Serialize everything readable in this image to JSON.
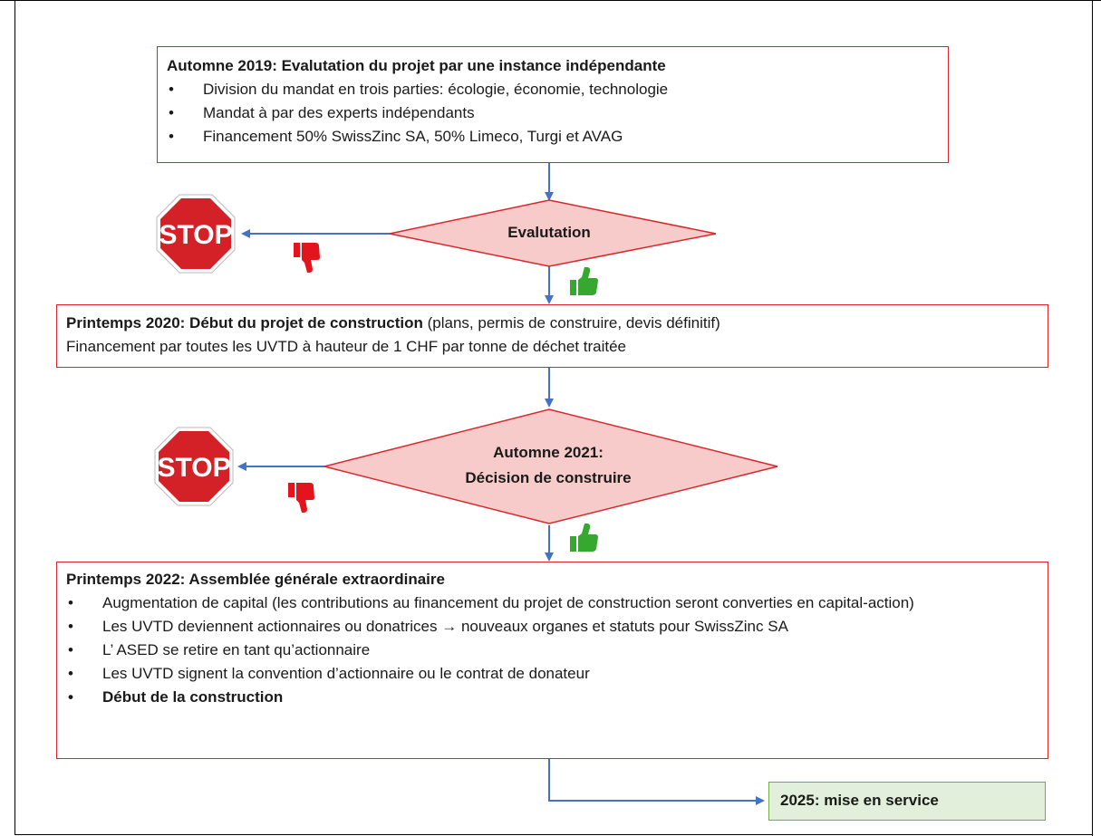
{
  "box1": {
    "title": "Automne 2019: Evalutation du projet par une instance indépendante",
    "bullets": [
      "Division du mandat en trois parties: écologie, économie, technologie",
      "Mandat à par des experts indépendants",
      "Financement 50% SwissZinc SA, 50%  Limeco, Turgi et AVAG"
    ]
  },
  "decision1": {
    "label": "Evalutation"
  },
  "stop_sign": {
    "text": "STOP"
  },
  "box2": {
    "title_bold": "Printemps 2020: Début du projet de construction",
    "title_plain": " (plans, permis de construire, devis définitif)",
    "line2": "Financement par toutes les UVTD à hauteur de 1 CHF par tonne de déchet traitée"
  },
  "decision2": {
    "line1": "Automne 2021:",
    "line2": "Décision de construire"
  },
  "box3": {
    "title": "Printemps 2022: Assemblée générale extraordinaire",
    "bullets": [
      "Augmentation de capital (les contributions au financement du projet de construction seront converties en capital-action)",
      "Les UVTD deviennent actionnaires ou donatrices → nouveaux organes et  statuts pour SwissZinc SA",
      "L’ ASED se retire en tant qu’actionnaire",
      "Les UVTD signent la convention d’actionnaire ou le contrat de donateur",
      "Début de la construction"
    ]
  },
  "final": {
    "label": "2025: mise en service"
  },
  "colors": {
    "box_border": "#d9262b",
    "diamond_fill": "#f8cbcb",
    "arrow": "#4472c4",
    "stop_red": "#d42027",
    "thumb_down": "#e3141b",
    "thumb_up": "#36a82f",
    "final_fill": "#e2efda",
    "final_border": "#70ad47"
  },
  "icons": [
    "stop-sign-icon",
    "thumbs-down-icon",
    "thumbs-up-icon"
  ]
}
